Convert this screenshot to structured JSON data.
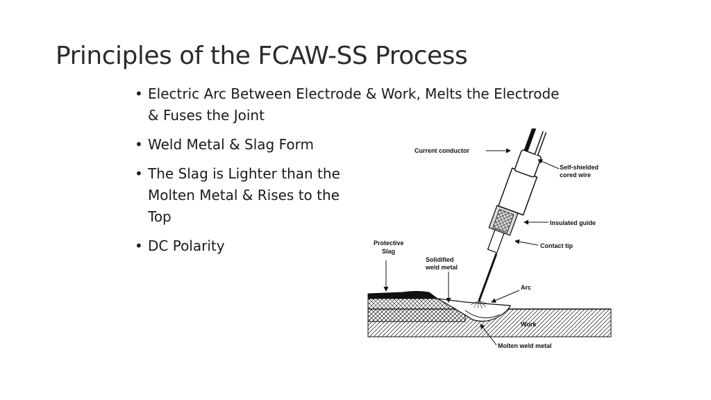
{
  "slide": {
    "title": "Principles of the FCAW-SS Process",
    "bullet_char": "•",
    "bullets": [
      "Electric Arc Between Electrode & Work, Melts the Electrode & Fuses the Joint",
      "Weld Metal & Slag Form",
      "The Slag is Lighter than the Molten Metal & Rises to the Top",
      "DC Polarity"
    ]
  },
  "diagram": {
    "labels": {
      "current_conductor": "Current conductor",
      "self_shielded_1": "Self-shielded",
      "self_shielded_2": "cored wire",
      "insulated_guide": "Insulated guide",
      "contact_tip": "Contact tip",
      "protective_1": "Protective",
      "protective_2": "Slag",
      "solidified_1": "Solidified",
      "solidified_2": "weld metal",
      "arc": "Arc",
      "work": "Work",
      "molten": "Molten weld metal"
    }
  }
}
